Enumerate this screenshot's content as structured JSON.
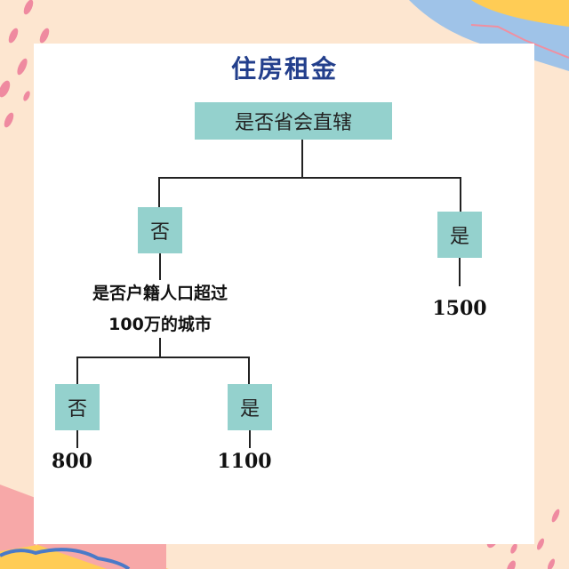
{
  "title": "住房租金",
  "root": {
    "label": "是否省会直辖"
  },
  "left": {
    "label": "否",
    "question_line1": "是否户籍人口超过",
    "question_line2": "100万的城市",
    "children": [
      {
        "label": "否",
        "value": "800"
      },
      {
        "label": "是",
        "value": "1100"
      }
    ]
  },
  "right": {
    "label": "是",
    "value": "1500"
  },
  "colors": {
    "title": "#233f8c",
    "node": "#94d1cd",
    "background": "#fde6d0"
  }
}
